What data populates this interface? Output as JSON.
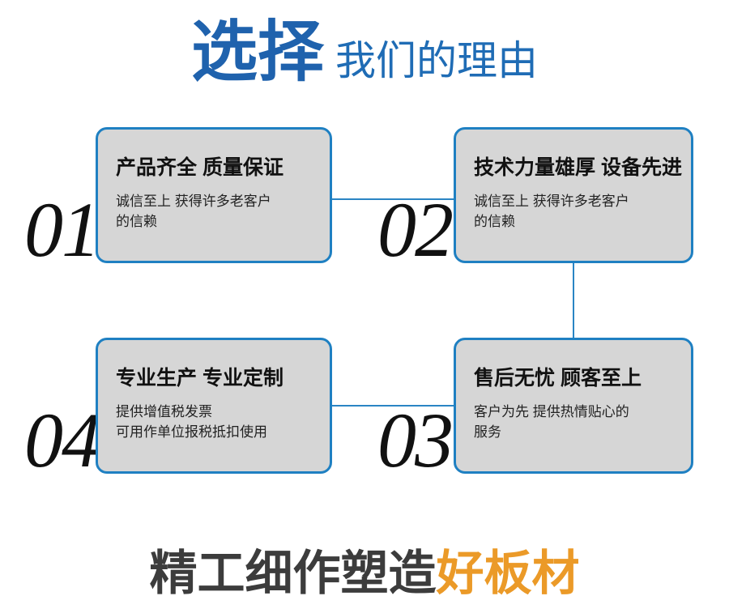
{
  "header": {
    "strong_text": "选择",
    "light_text": "我们的理由",
    "strong_color": "#1f62ad",
    "light_color": "#1f6cb5"
  },
  "theme": {
    "card_fill": "#d6d6d6",
    "card_border": "#1f80c2",
    "connector_color": "#2a85c4",
    "number_color": "#111111",
    "footer_dark_color": "#3c3c3c",
    "footer_accent_color": "#eb9a28"
  },
  "cards": [
    {
      "number": "01",
      "title": "产品齐全 质量保证",
      "body_line1": "诚信至上 获得许多老客户",
      "body_line2": "的信赖"
    },
    {
      "number": "02",
      "title": "技术力量雄厚 设备先进",
      "body_line1": "诚信至上 获得许多老客户",
      "body_line2": "的信赖"
    },
    {
      "number": "03",
      "title": "售后无忧 顾客至上",
      "body_line1": "客户为先 提供热情贴心的",
      "body_line2": "服务"
    },
    {
      "number": "04",
      "title": "专业生产 专业定制",
      "body_line1": "提供增值税发票",
      "body_line2": "可用作单位报税抵扣使用"
    }
  ],
  "footer": {
    "dark_text": "精工细作塑造",
    "accent_text": "好板材"
  }
}
